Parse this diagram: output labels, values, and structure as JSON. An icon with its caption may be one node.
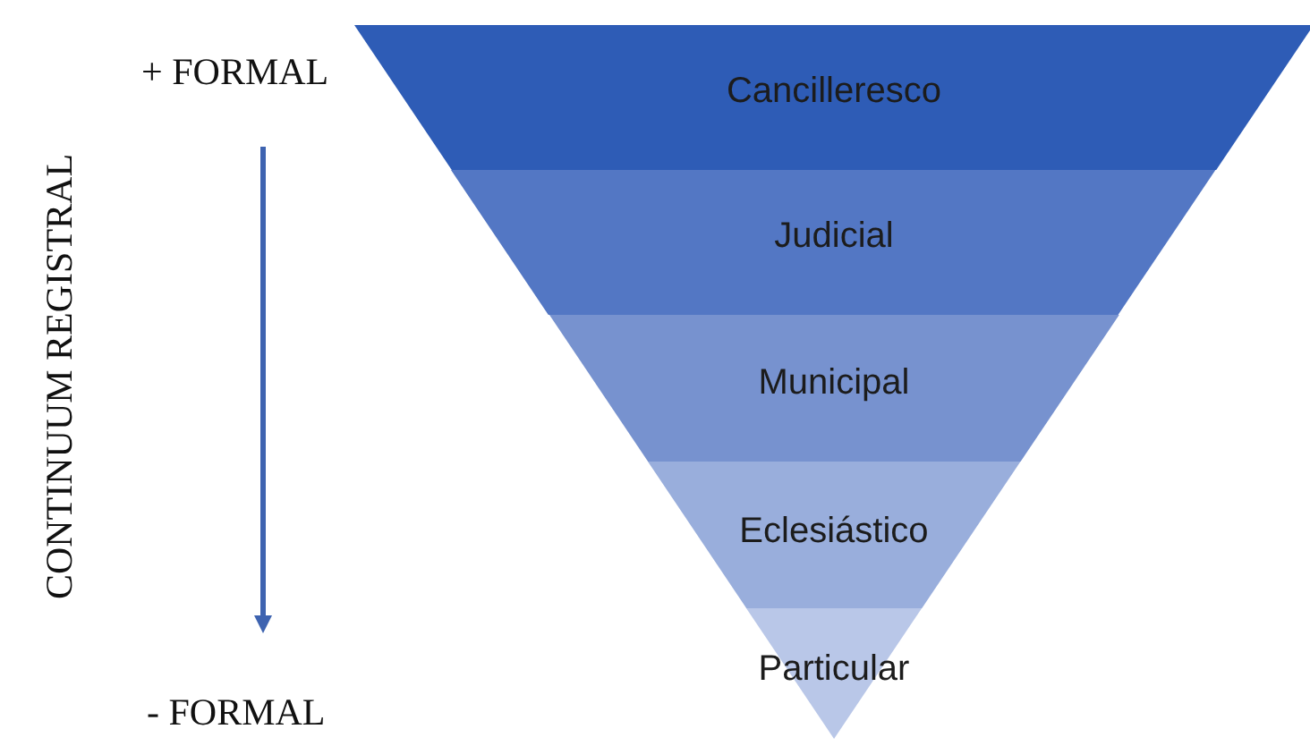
{
  "diagram": {
    "nodes": [
      {
        "text": [
          "Cancilleresco"
        ]
      },
      {
        "text": [
          "Judicial"
        ]
      },
      {
        "text": [
          "Municipal"
        ]
      },
      {
        "text": [
          "Eclesiástico"
        ]
      },
      {
        "text": [
          "Particular"
        ]
      }
    ],
    "labels": [
      "+ FORMAL",
      "CONTINUUM REGISTRAL",
      "- FORMAL"
    ]
  }
}
